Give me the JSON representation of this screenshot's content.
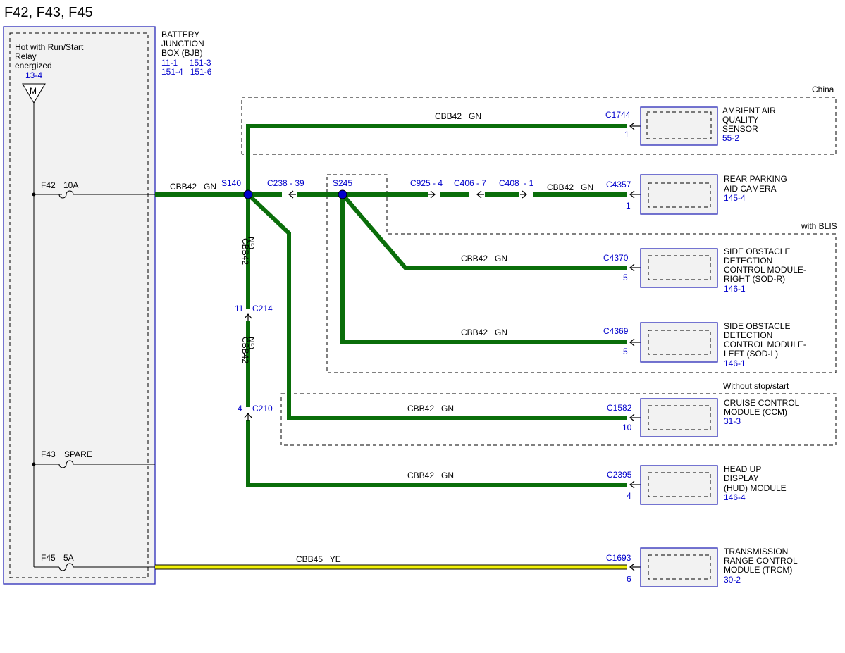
{
  "diagram_title": "F42, F43, F45",
  "bjb": {
    "label_lines": [
      "BATTERY",
      "JUNCTION",
      "BOX (BJB)"
    ],
    "ref_lines": [
      "11-1     151-3",
      "151-4   151-6"
    ],
    "relay_lines": [
      "Hot with Run/Start",
      "Relay",
      "energized"
    ],
    "relay_ref": "13-4",
    "motor_symbol": "M",
    "fuses": [
      {
        "id": "F42",
        "rating": "10A"
      },
      {
        "id": "F43",
        "rating": "SPARE"
      },
      {
        "id": "F45",
        "rating": "5A"
      }
    ]
  },
  "splices": {
    "s140": "S140",
    "s245": "S245"
  },
  "inline_connectors": {
    "c238": "C238 - 39",
    "c925": "C925 - 4",
    "c406": "C406 - 7",
    "c408": "C408  - 1",
    "c214": {
      "name": "C214",
      "pin": "11"
    },
    "c210": {
      "name": "C210",
      "pin": "4"
    }
  },
  "wire_labels": {
    "main": "CBB42   GN",
    "ambient": "CBB42   GN",
    "rear": "CBB42   GN",
    "sod_r": "CBB42   GN",
    "sod_l": "CBB42   GN",
    "ccm": "CBB42   GN",
    "hud": "CBB42   GN",
    "trcm": "CBB45   YE",
    "vert_1_circuit": "CBB42",
    "vert_1_color": "GN",
    "vert_2_circuit": "CBB42",
    "vert_2_color": "GN"
  },
  "option_groups": {
    "china": "China",
    "blis": "with BLIS",
    "stop_start": "Without stop/start"
  },
  "components": {
    "ambient": {
      "connector": "C1744",
      "pin": "1",
      "name_lines": [
        "AMBIENT AIR",
        "QUALITY",
        "SENSOR"
      ],
      "ref": "55-2"
    },
    "rear_camera": {
      "connector": "C4357",
      "pin": "1",
      "name_lines": [
        "REAR PARKING",
        "AID CAMERA"
      ],
      "ref": "145-4"
    },
    "sod_r": {
      "connector": "C4370",
      "pin": "5",
      "name_lines": [
        "SIDE OBSTACLE",
        "DETECTION",
        "CONTROL MODULE-",
        "RIGHT (SOD-R)"
      ],
      "ref": "146-1"
    },
    "sod_l": {
      "connector": "C4369",
      "pin": "5",
      "name_lines": [
        "SIDE OBSTACLE",
        "DETECTION",
        "CONTROL MODULE-",
        "LEFT (SOD-L)"
      ],
      "ref": "146-1"
    },
    "ccm": {
      "connector": "C1582",
      "pin": "10",
      "name_lines": [
        "CRUISE CONTROL",
        "MODULE (CCM)"
      ],
      "ref": "31-3"
    },
    "hud": {
      "connector": "C2395",
      "pin": "4",
      "name_lines": [
        "HEAD UP",
        "DISPLAY",
        "(HUD) MODULE"
      ],
      "ref": "146-4"
    },
    "trcm": {
      "connector": "C1693",
      "pin": "6",
      "name_lines": [
        "TRANSMISSION",
        "RANGE CONTROL",
        "MODULE (TRCM)"
      ],
      "ref": "30-2"
    }
  },
  "colors": {
    "wire_green": "#0a6e0a",
    "wire_yellow": "#f2f20a",
    "splice_blue": "#0000cc",
    "frame_blue": "#2a2ab8",
    "ref_blue": "#0000cc"
  }
}
